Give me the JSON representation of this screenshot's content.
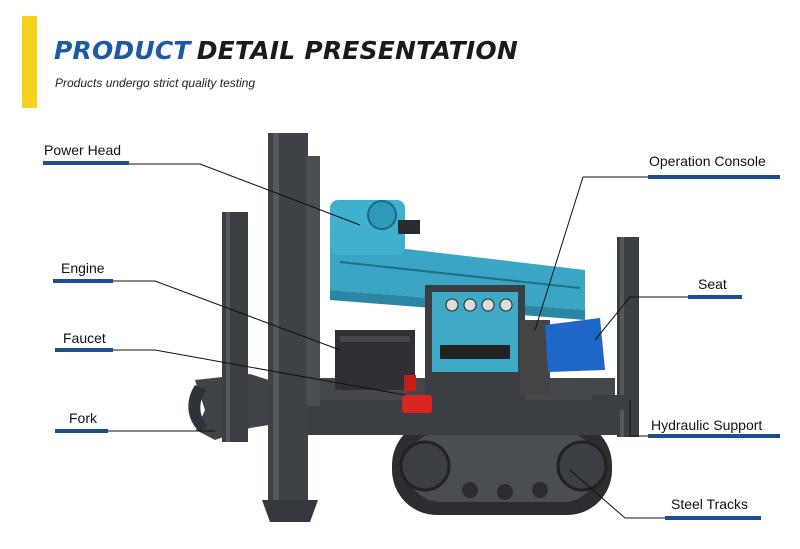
{
  "header": {
    "title_word1": "PRODUCT",
    "title_word2": "DETAIL PRESENTATION",
    "subtitle": "Products undergo strict quality testing"
  },
  "callouts": {
    "power_head": "Power Head",
    "engine": "Engine",
    "faucet": "Faucet",
    "fork": "Fork",
    "operation_console": "Operation Console",
    "seat": "Seat",
    "hydraulic_support": "Hydraulic Support",
    "steel_tracks": "Steel Tracks"
  },
  "colors": {
    "accent_yellow": "#f6d21b",
    "title_blue": "#1d5aa6",
    "underline_blue": "#1d4f8f",
    "machine_teal": "#3aa6c4",
    "machine_dark": "#3b3e42"
  }
}
